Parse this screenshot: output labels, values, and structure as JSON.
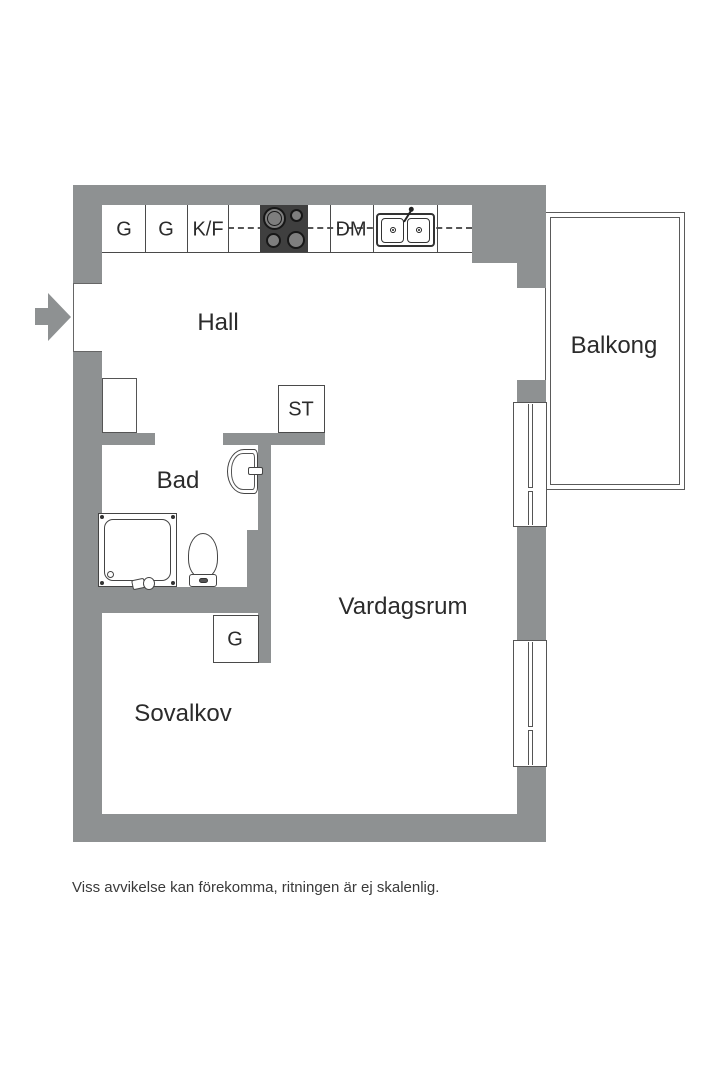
{
  "floorplan": {
    "rooms": {
      "hall": "Hall",
      "bad": "Bad",
      "vardagsrum": "Vardagsrum",
      "sovalkov": "Sovalkov",
      "balkong": "Balkong"
    },
    "kitchen": {
      "cabinet_1": "G",
      "cabinet_2": "G",
      "fridge_freezer": "K/F",
      "dishwasher": "DM"
    },
    "closets": {
      "hall_closet": "ST",
      "sovalkov_closet": "G"
    },
    "icons": {
      "stove": "stove-icon",
      "sink": "sink-icon",
      "shower": "shower-icon",
      "toilet": "toilet-icon",
      "wash_basin": "wash-basin-icon",
      "entry_arrow": "entry-arrow-icon",
      "window": "window-symbol"
    },
    "colors": {
      "wall": "#8e9192",
      "line": "#4a4a4a",
      "stove": "#3f3f3f",
      "text": "#2b2b2b"
    },
    "disclaimer": "Viss avvikelse kan förekomma, ritningen är ej skalenlig."
  }
}
